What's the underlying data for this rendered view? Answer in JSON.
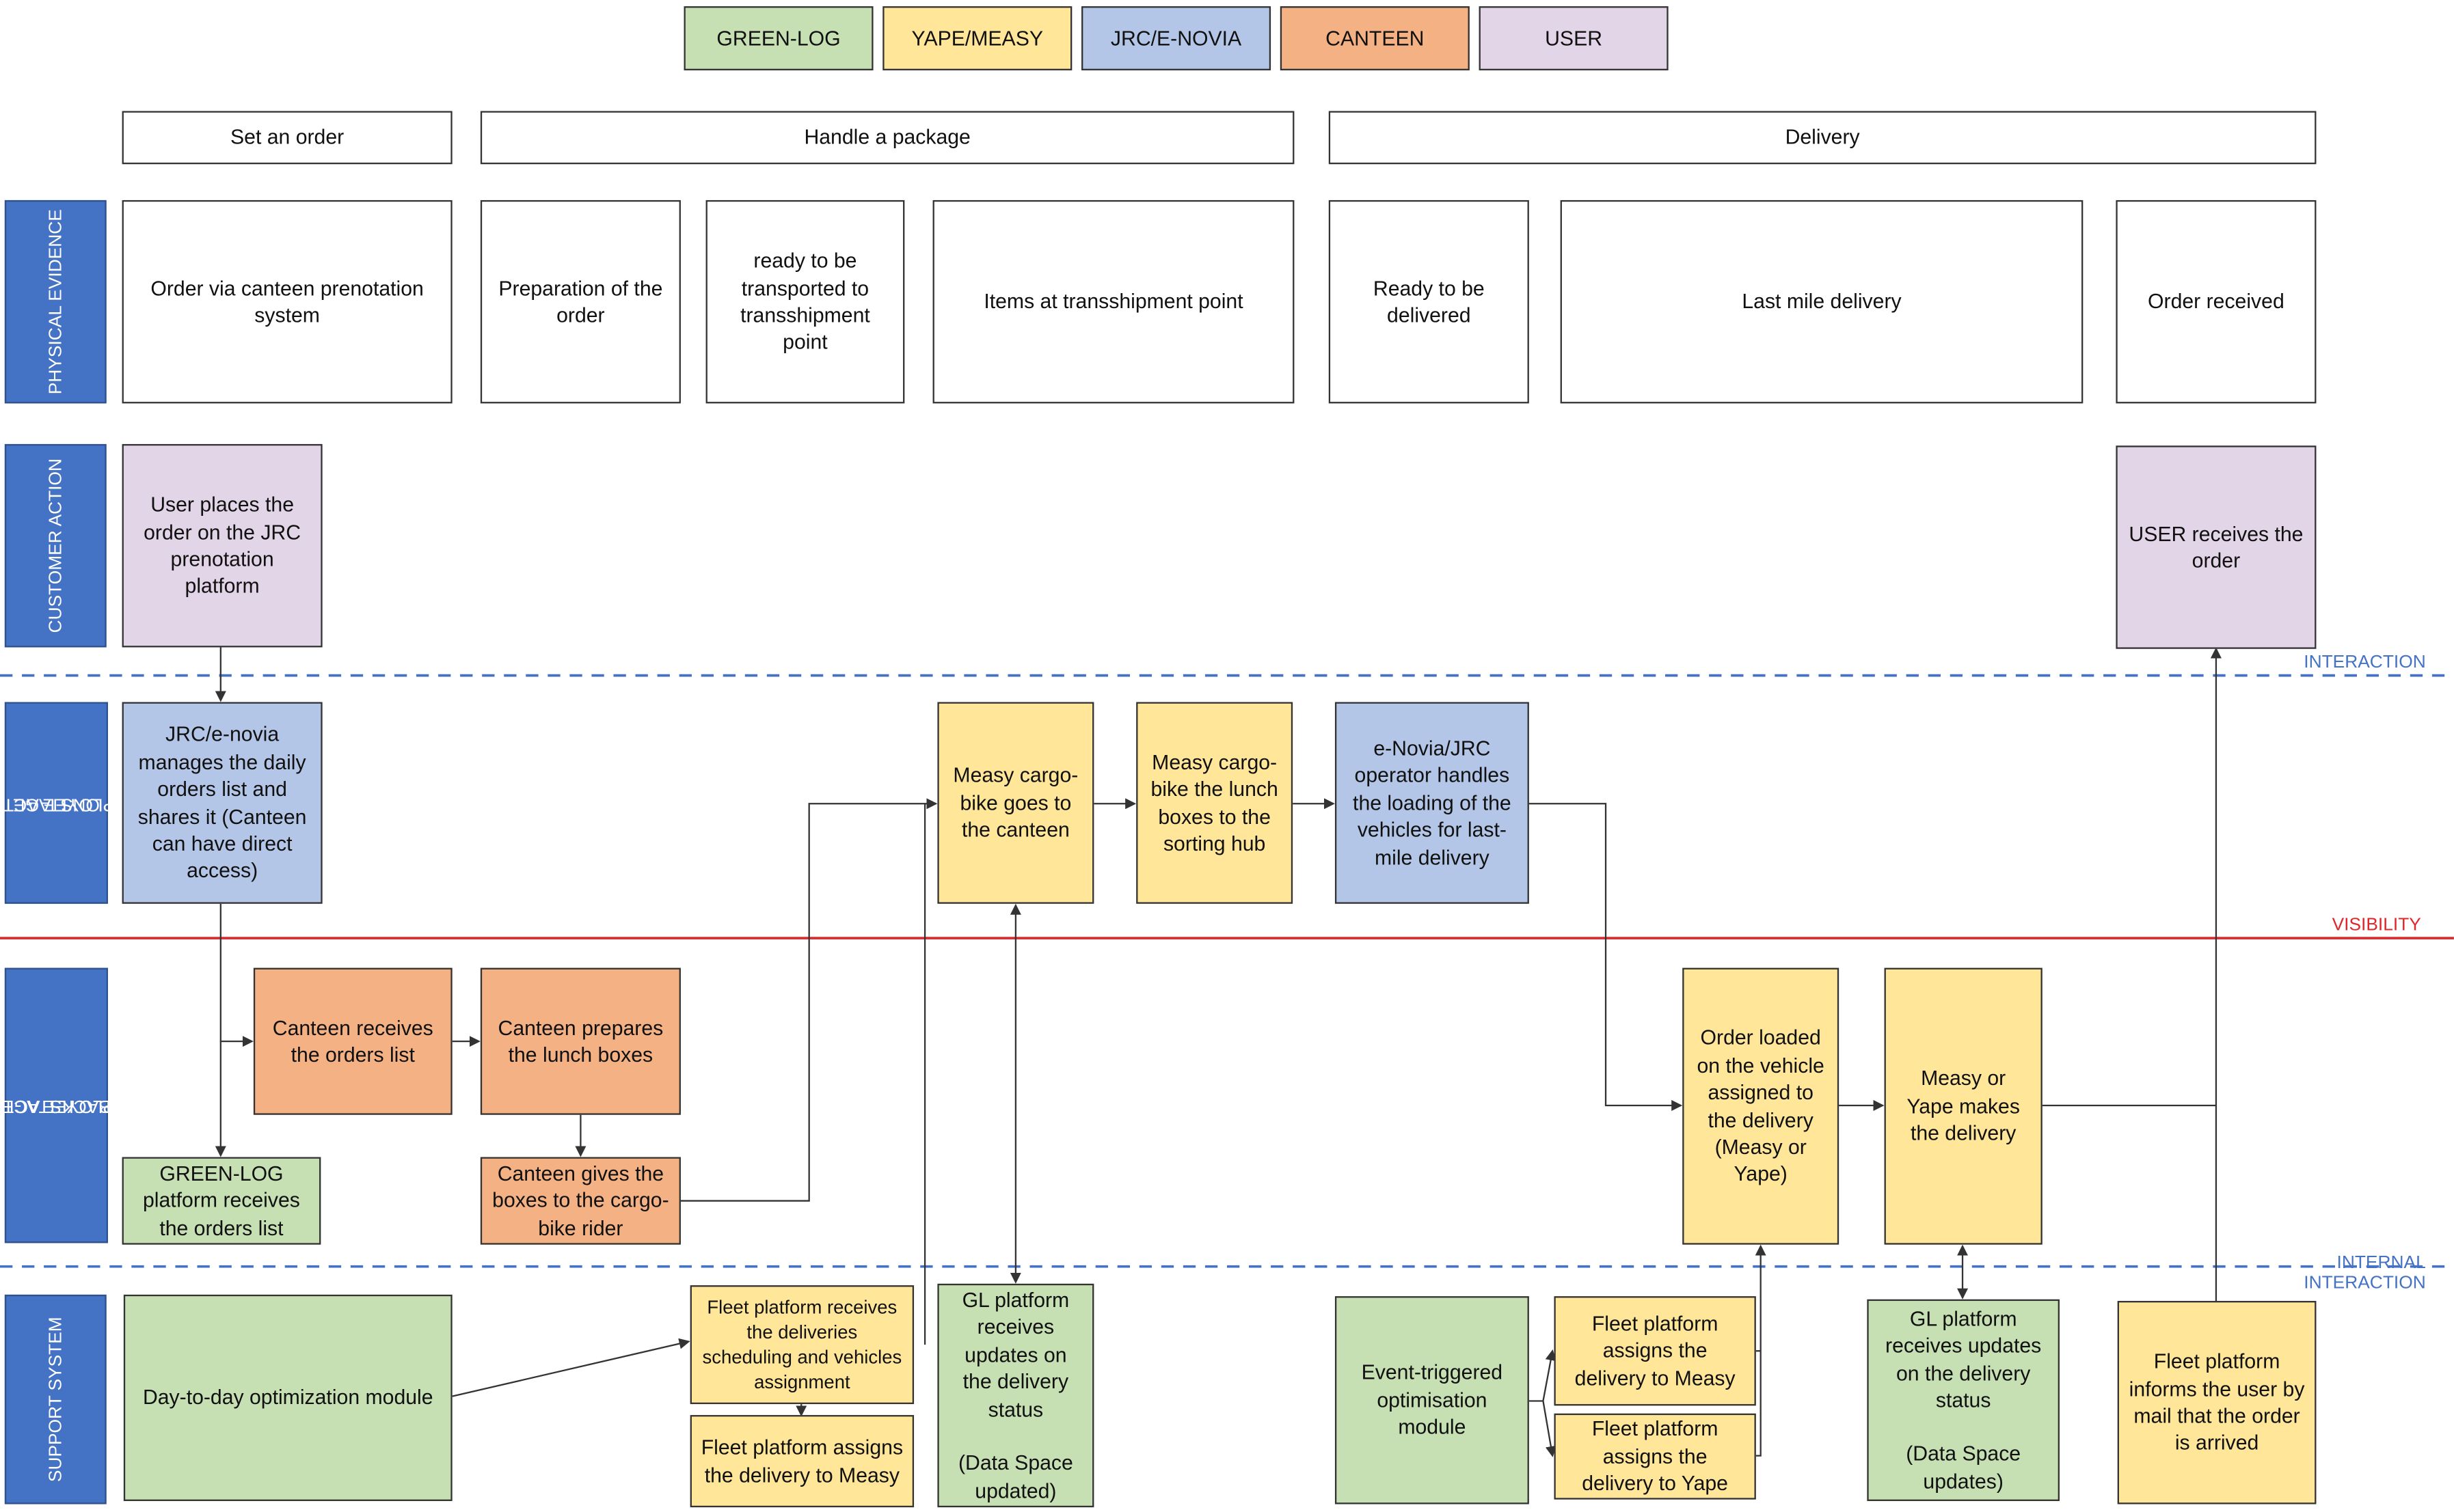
{
  "legend": {
    "green_log": "GREEN-LOG",
    "yape_measy": "YAPE/MEASY",
    "jrc_enovia": "JRC/E-NOVIA",
    "canteen": "CANTEEN",
    "user": "USER"
  },
  "phases": {
    "set_order": "Set an order",
    "handle_package": "Handle a package",
    "delivery": "Delivery"
  },
  "lanes": {
    "physical_evidence": "PHYSICAL EVIDENCE",
    "customer_action": "CUSTOMER ACTION",
    "onstage_line1": "ONSTAGE",
    "onstage_line2": "EMPLOYEE ACTION",
    "backstage_line1": "BACKSTAGE",
    "backstage_line2": "EMPLOYEE ACTION",
    "support_system": "SUPPORT SYSTEM"
  },
  "lines": {
    "interaction": "INTERACTION",
    "visibility": "VISIBILITY",
    "internal_line1": "INTERNAL",
    "internal_line2": "INTERACTION"
  },
  "colors": {
    "green": "#c6e0b4",
    "yellow": "#ffe699",
    "blue": "#b4c6e7",
    "orange": "#f4b183",
    "lilac": "#e2d5e7",
    "lane_blue": "#4472c4",
    "visibility_red": "#e0262a"
  },
  "physical": {
    "pe1": "Order via canteen prenotation system",
    "pe2": "Preparation of the order",
    "pe3": "ready to be transported to transshipment point",
    "pe4": "Items at transshipment point",
    "pe5": "Ready to be delivered",
    "pe6": "Last mile delivery",
    "pe7": "Order received"
  },
  "customer": {
    "c1": "User places the order on the JRC prenotation platform",
    "c2": "USER receives the order"
  },
  "onstage": {
    "o1": "JRC/e-novia manages the daily orders list and shares it (Canteen can have direct access)",
    "o2": "Measy cargo-bike goes to the canteen",
    "o3": "Measy cargo-bike the lunch boxes to the sorting hub",
    "o4": "e-Novia/JRC operator handles the loading of the vehicles for last-mile delivery"
  },
  "backstage": {
    "b1": "Canteen receives the orders list",
    "b2": "Canteen prepares the lunch boxes",
    "b3": "GREEN-LOG platform receives the orders list",
    "b4": "Canteen gives the boxes to the cargo-bike rider",
    "b5": "Order loaded on the vehicle assigned to the delivery (Measy or Yape)",
    "b6": "Measy or Yape makes the delivery"
  },
  "support": {
    "s1": "Day-to-day optimization module",
    "s2": "Fleet platform receives the deliveries scheduling and vehicles assignment",
    "s3": "Fleet platform assigns the delivery to Measy",
    "s4_l1": "GL platform receives updates on the delivery status",
    "s4_l2": "(Data Space updated)",
    "s5": "Event-triggered optimisation module",
    "s6": "Fleet platform assigns the delivery to Measy",
    "s7": "Fleet platform assigns the delivery to Yape",
    "s8_l1": "GL platform receives updates on the delivery status",
    "s8_l2": "(Data Space updates)",
    "s9": "Fleet platform informs the user by mail that the order is arrived"
  }
}
